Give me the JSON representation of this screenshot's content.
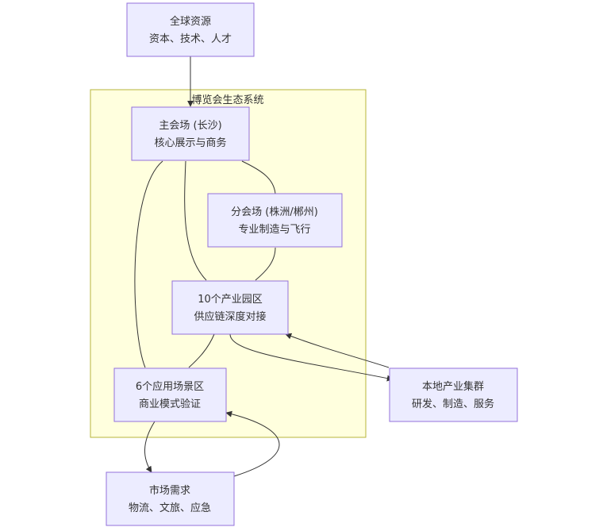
{
  "cluster": {
    "title": "博览会生态系统"
  },
  "nodes": {
    "global": {
      "line1": "全球资源",
      "line2": "资本、技术、人才"
    },
    "main": {
      "line1": "主会场 (长沙)",
      "line2": "核心展示与商务"
    },
    "branch": {
      "line1": "分会场 (株洲/郴州)",
      "line2": "专业制造与飞行"
    },
    "parks": {
      "line1": "10个产业园区",
      "line2": "供应链深度对接"
    },
    "scenes": {
      "line1": "6个应用场景区",
      "line2": "商业模式验证"
    },
    "cluster": {
      "line1": "本地产业集群",
      "line2": "研发、制造、服务"
    },
    "market": {
      "line1": "市场需求",
      "line2": "物流、文旅、应急"
    }
  },
  "edges": [
    {
      "from": "global",
      "to": "main",
      "arrow": "end"
    },
    {
      "from": "main",
      "to": "branch",
      "arrow": "none"
    },
    {
      "from": "main",
      "to": "parks",
      "arrow": "none"
    },
    {
      "from": "main",
      "to": "scenes",
      "arrow": "none"
    },
    {
      "from": "branch",
      "to": "parks",
      "arrow": "none"
    },
    {
      "from": "parks",
      "to": "scenes",
      "arrow": "none"
    },
    {
      "from": "parks",
      "to": "cluster",
      "arrow": "end"
    },
    {
      "from": "cluster",
      "to": "parks",
      "arrow": "end"
    },
    {
      "from": "scenes",
      "to": "market",
      "arrow": "end"
    },
    {
      "from": "market",
      "to": "scenes",
      "arrow": "end"
    }
  ],
  "colors": {
    "node_fill": "#ececff",
    "node_stroke": "#9370db",
    "cluster_fill": "#ffffde",
    "cluster_stroke": "#b7b53a",
    "edge": "#333333"
  }
}
